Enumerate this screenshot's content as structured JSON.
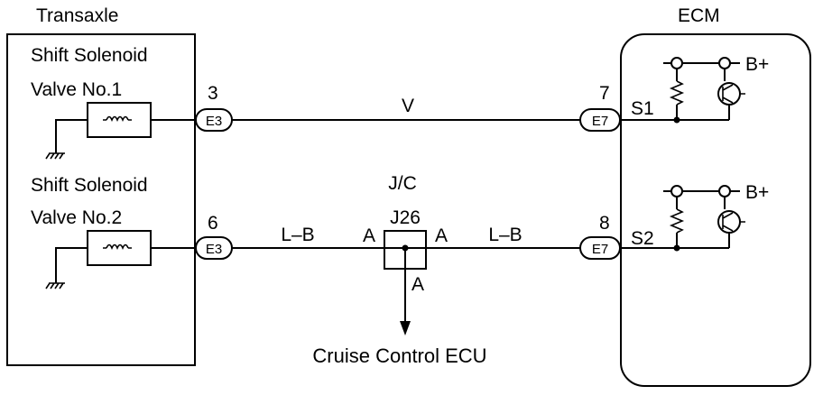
{
  "transaxle": {
    "title": "Transaxle",
    "solenoid1": {
      "line1": "Shift Solenoid",
      "line2": "Valve No.1"
    },
    "solenoid2": {
      "line1": "Shift Solenoid",
      "line2": "Valve No.2"
    }
  },
  "ecm": {
    "title": "ECM",
    "b_plus_1": "B+",
    "b_plus_2": "B+"
  },
  "connectors": {
    "e3_top": {
      "name": "E3",
      "pin": "3"
    },
    "e3_bottom": {
      "name": "E3",
      "pin": "6"
    },
    "e7_top": {
      "name": "E7",
      "pin": "7"
    },
    "e7_bottom": {
      "name": "E7",
      "pin": "8"
    }
  },
  "wires": {
    "top_color": "V",
    "bottom_left_color": "L–B",
    "bottom_right_color": "L–B"
  },
  "terminals": {
    "s1": "S1",
    "s2": "S2"
  },
  "junction": {
    "title": "J/C",
    "name": "J26",
    "left_pin": "A",
    "right_pin": "A",
    "bottom_pin": "A"
  },
  "destination": {
    "label": "Cruise Control ECU"
  }
}
